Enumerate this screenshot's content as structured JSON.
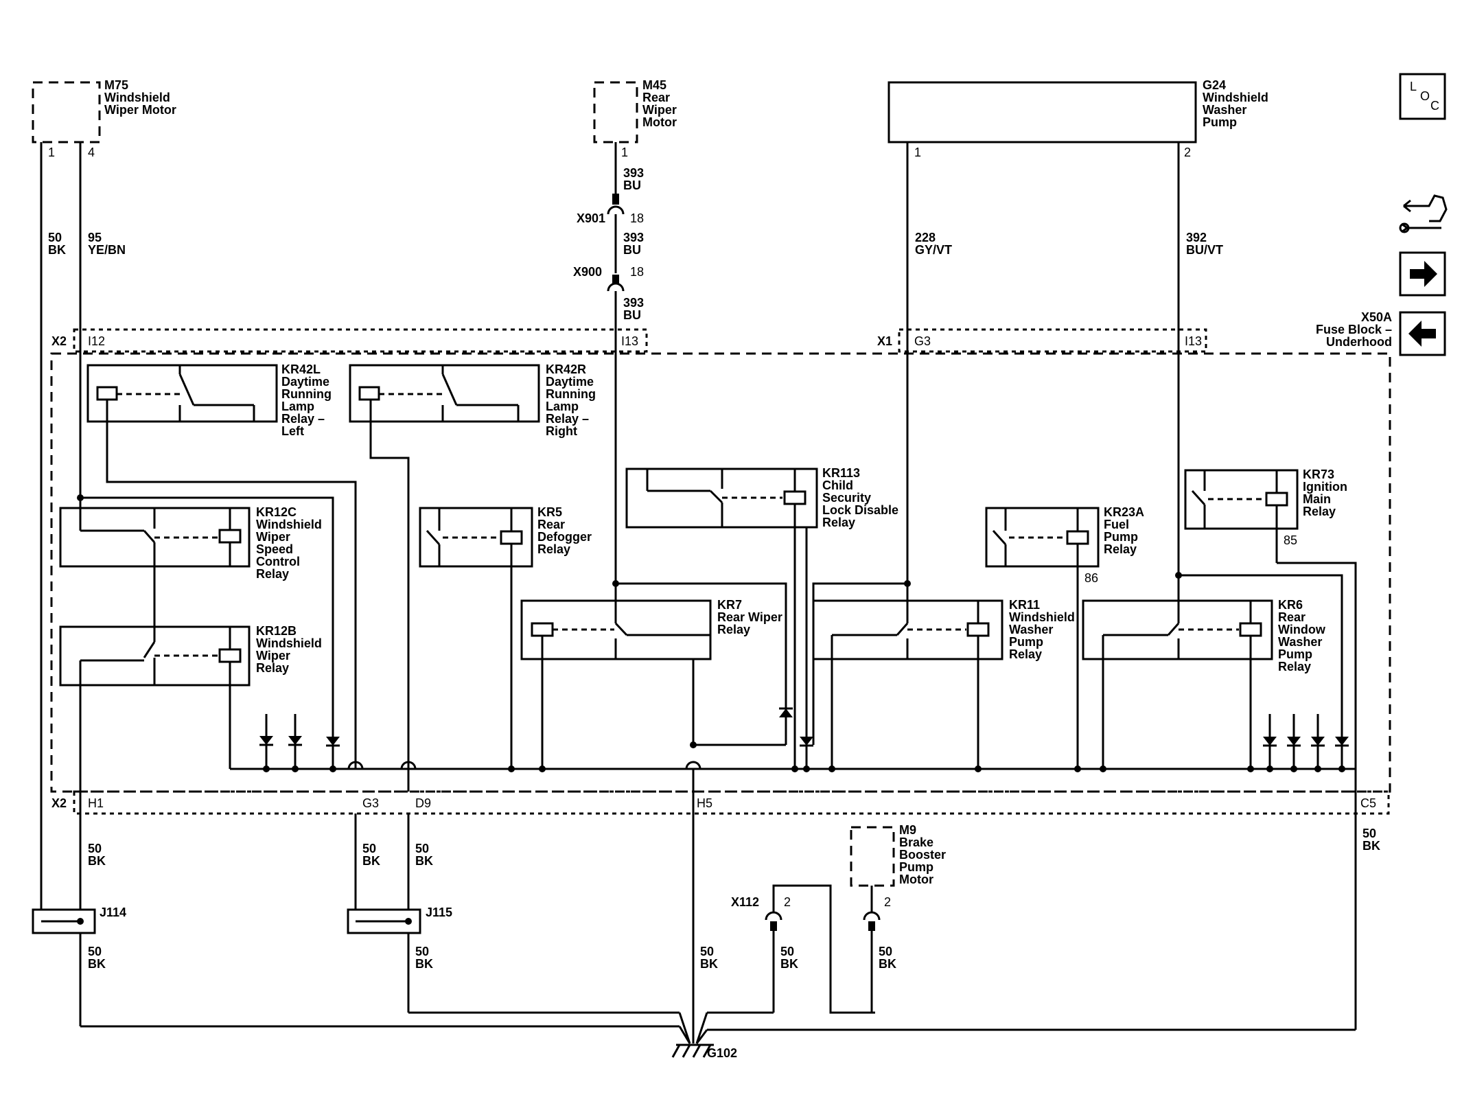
{
  "components": {
    "m75": {
      "ref": "M75",
      "line1": "Windshield",
      "line2": "Wiper Motor",
      "pin1": "1",
      "pin4": "4"
    },
    "m45": {
      "ref": "M45",
      "line1": "Rear",
      "line2": "Wiper",
      "line3": "Motor",
      "pin": "1"
    },
    "g24": {
      "ref": "G24",
      "line1": "Windshield",
      "line2": "Washer",
      "line3": "Pump",
      "pin1": "1",
      "pin2": "2"
    },
    "m9": {
      "ref": "M9",
      "line1": "Brake",
      "line2": "Booster",
      "line3": "Pump",
      "line4": "Motor"
    },
    "x50a": {
      "ref": "X50A",
      "line1": "Fuse Block –",
      "line2": "Underhood"
    }
  },
  "relays": {
    "kr42l": {
      "ref": "KR42L",
      "l1": "Daytime",
      "l2": "Running",
      "l3": "Lamp",
      "l4": "Relay –",
      "l5": "Left"
    },
    "kr42r": {
      "ref": "KR42R",
      "l1": "Daytime",
      "l2": "Running",
      "l3": "Lamp",
      "l4": "Relay –",
      "l5": "Right"
    },
    "kr12c": {
      "ref": "KR12C",
      "l1": "Windshield",
      "l2": "Wiper",
      "l3": "Speed",
      "l4": "Control",
      "l5": "Relay"
    },
    "kr12b": {
      "ref": "KR12B",
      "l1": "Windshield",
      "l2": "Wiper",
      "l3": "Relay"
    },
    "kr5": {
      "ref": "KR5",
      "l1": "Rear",
      "l2": "Defogger",
      "l3": "Relay"
    },
    "kr113": {
      "ref": "KR113",
      "l1": "Child",
      "l2": "Security",
      "l3": "Lock Disable",
      "l4": "Relay"
    },
    "kr7": {
      "ref": "KR7",
      "l1": "Rear Wiper",
      "l2": "Relay"
    },
    "kr23a": {
      "ref": "KR23A",
      "l1": "Fuel",
      "l2": "Pump",
      "l3": "Relay",
      "pin": "86"
    },
    "kr11": {
      "ref": "KR11",
      "l1": "Windshield",
      "l2": "Washer",
      "l3": "Pump",
      "l4": "Relay"
    },
    "kr73": {
      "ref": "KR73",
      "l1": "Ignition",
      "l2": "Main",
      "l3": "Relay",
      "pin": "85"
    },
    "kr6": {
      "ref": "KR6",
      "l1": "Rear",
      "l2": "Window",
      "l3": "Washer",
      "l4": "Pump",
      "l5": "Relay"
    }
  },
  "wires": {
    "w50bk_m75": {
      "circuit": "50",
      "color": "BK"
    },
    "w95": {
      "circuit": "95",
      "color": "YE/BN"
    },
    "w393_a": {
      "circuit": "393",
      "color": "BU"
    },
    "w393_b": {
      "circuit": "393",
      "color": "BU"
    },
    "w393_c": {
      "circuit": "393",
      "color": "BU"
    },
    "w228": {
      "circuit": "228",
      "color": "GY/VT"
    },
    "w392": {
      "circuit": "392",
      "color": "BU/VT"
    },
    "w50_h1": {
      "circuit": "50",
      "color": "BK"
    },
    "w50_g3": {
      "circuit": "50",
      "color": "BK"
    },
    "w50_d9": {
      "circuit": "50",
      "color": "BK"
    },
    "w50_c5": {
      "circuit": "50",
      "color": "BK"
    },
    "w50_j114": {
      "circuit": "50",
      "color": "BK"
    },
    "w50_j115": {
      "circuit": "50",
      "color": "BK"
    },
    "w50_h5": {
      "circuit": "50",
      "color": "BK"
    },
    "w50_x112": {
      "circuit": "50",
      "color": "BK"
    },
    "w50_m9": {
      "circuit": "50",
      "color": "BK"
    }
  },
  "connectors": {
    "x901": {
      "ref": "X901",
      "pin": "18"
    },
    "x900": {
      "ref": "X900",
      "pin": "18"
    },
    "x112": {
      "ref": "X112",
      "pin": "2"
    },
    "m9pin": {
      "pin": "2"
    },
    "x2_top": {
      "ref": "X2",
      "pin_a": "I12",
      "pin_b": "I13"
    },
    "x1_top": {
      "ref": "X1",
      "pin_a": "G3",
      "pin_b": "I13"
    },
    "x2_bottom": {
      "ref": "X2",
      "pin_h1": "H1",
      "pin_g3": "G3",
      "pin_d9": "D9",
      "pin_h5": "H5",
      "pin_c5": "C5"
    },
    "j114": {
      "ref": "J114"
    },
    "j115": {
      "ref": "J115"
    },
    "g102": {
      "ref": "G102"
    }
  },
  "sidebar": {
    "loc_l": "L",
    "loc_o": "O",
    "loc_c": "C"
  },
  "icons": {
    "loc": "loc-icon",
    "connector_end_view": "connector-wrench-icon",
    "next": "arrow-right-icon",
    "prev": "arrow-left-icon"
  }
}
